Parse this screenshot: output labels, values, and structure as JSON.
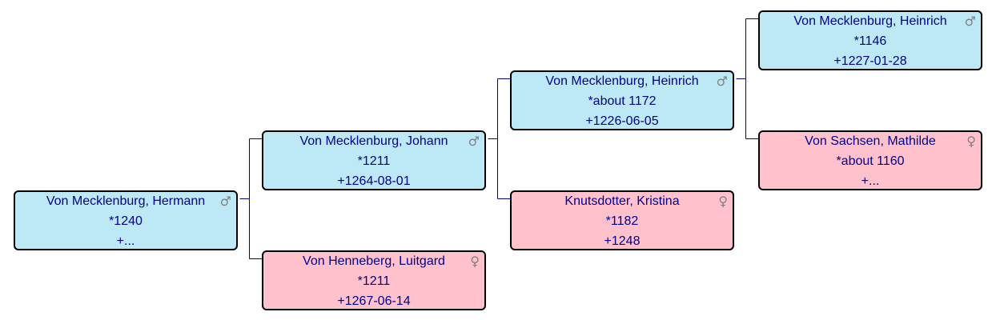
{
  "colors": {
    "male": "#bde9f6",
    "female": "#ffc1cc",
    "text": "#00008b",
    "icon": "#808080",
    "connector": "#00008b"
  },
  "tree": {
    "p1": {
      "name": "Von Mecklenburg, Hermann",
      "birth": "*1240",
      "death": "+...",
      "sex": "male",
      "icon": "♂"
    },
    "p2": {
      "name": "Von Mecklenburg, Johann",
      "birth": "*1211",
      "death": "+1264-08-01",
      "sex": "male",
      "icon": "♂"
    },
    "p3": {
      "name": "Von Henneberg, Luitgard",
      "birth": "*1211",
      "death": "+1267-06-14",
      "sex": "female",
      "icon": "♀"
    },
    "p4": {
      "name": "Von Mecklenburg, Heinrich",
      "birth": "*about 1172",
      "death": "+1226-06-05",
      "sex": "male",
      "icon": "♂"
    },
    "p5": {
      "name": "Knutsdotter, Kristina",
      "birth": "*1182",
      "death": "+1248",
      "sex": "female",
      "icon": "♀"
    },
    "p6": {
      "name": "Von Mecklenburg, Heinrich",
      "birth": "*1146",
      "death": "+1227-01-28",
      "sex": "male",
      "icon": "♂"
    },
    "p7": {
      "name": "Von Sachsen, Mathilde",
      "birth": "*about 1160",
      "death": "+...",
      "sex": "female",
      "icon": "♀"
    }
  }
}
